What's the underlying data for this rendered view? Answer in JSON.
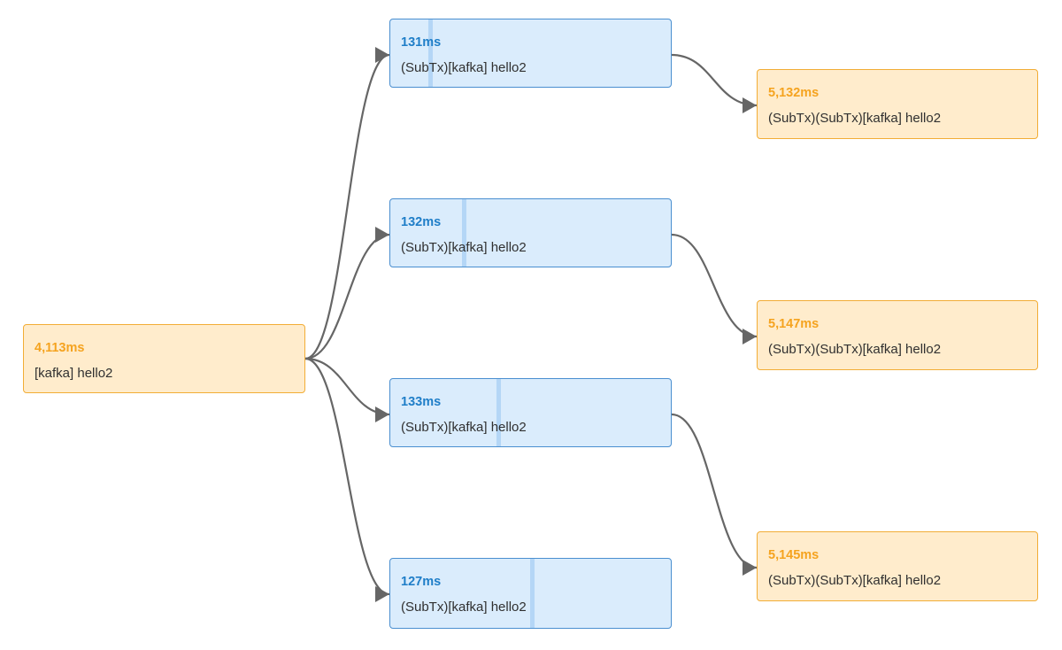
{
  "colors": {
    "edge": "#666666",
    "root_fill": "#ffeccc",
    "root_border": "#f2ad36",
    "root_text": "#f5a31f",
    "child_fill": "#daecfc",
    "child_border": "#4a8fd0",
    "child_text": "#1f7ec8",
    "marker": "#b4d6f6"
  },
  "root": {
    "duration": "4,113ms",
    "name": "[kafka] hello2"
  },
  "children": [
    {
      "duration": "131ms",
      "name": "(SubTx)[kafka] hello2"
    },
    {
      "duration": "132ms",
      "name": "(SubTx)[kafka] hello2"
    },
    {
      "duration": "133ms",
      "name": "(SubTx)[kafka] hello2"
    },
    {
      "duration": "127ms",
      "name": "(SubTx)[kafka] hello2"
    }
  ],
  "grandchildren": [
    {
      "duration": "5,132ms",
      "name": "(SubTx)(SubTx)[kafka] hello2"
    },
    {
      "duration": "5,147ms",
      "name": "(SubTx)(SubTx)[kafka] hello2"
    },
    {
      "duration": "5,145ms",
      "name": "(SubTx)(SubTx)[kafka] hello2"
    }
  ]
}
